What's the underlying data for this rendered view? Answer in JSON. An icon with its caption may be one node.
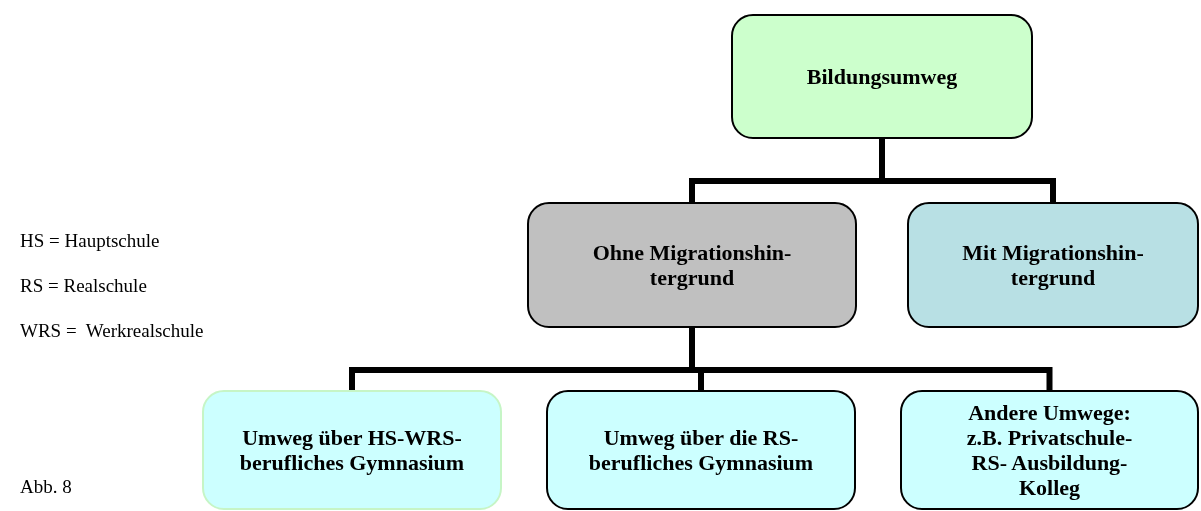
{
  "diagram": {
    "nodes": [
      {
        "text": [
          "Bildungsumweg"
        ]
      },
      {
        "text": [
          "Ohne Migrationshin- tergrund"
        ]
      },
      {
        "text": [
          "Mit Migrationshin- tergrund"
        ]
      },
      {
        "text": [
          "Umweg über HS-WRS- berufliches Gymnasium"
        ]
      },
      {
        "text": [
          "Umweg über die RS- berufliches Gymnasium"
        ]
      },
      {
        "text": [
          "Andere Umwege: z.B. Privatschule-RS- Ausbildung-Kolleg"
        ]
      }
    ],
    "edges": [
      {
        "from": 0,
        "to": 1,
        "arrow": "none"
      },
      {
        "from": 0,
        "to": 2,
        "arrow": "none"
      },
      {
        "from": 1,
        "to": 3,
        "arrow": "none"
      },
      {
        "from": 1,
        "to": 4,
        "arrow": "none"
      },
      {
        "from": 1,
        "to": 5,
        "arrow": "none"
      }
    ],
    "labels": [
      "HS = Hauptschule",
      "RS = Realschule",
      "WRS =  Werkrealschule",
      "Abb. 8"
    ]
  }
}
